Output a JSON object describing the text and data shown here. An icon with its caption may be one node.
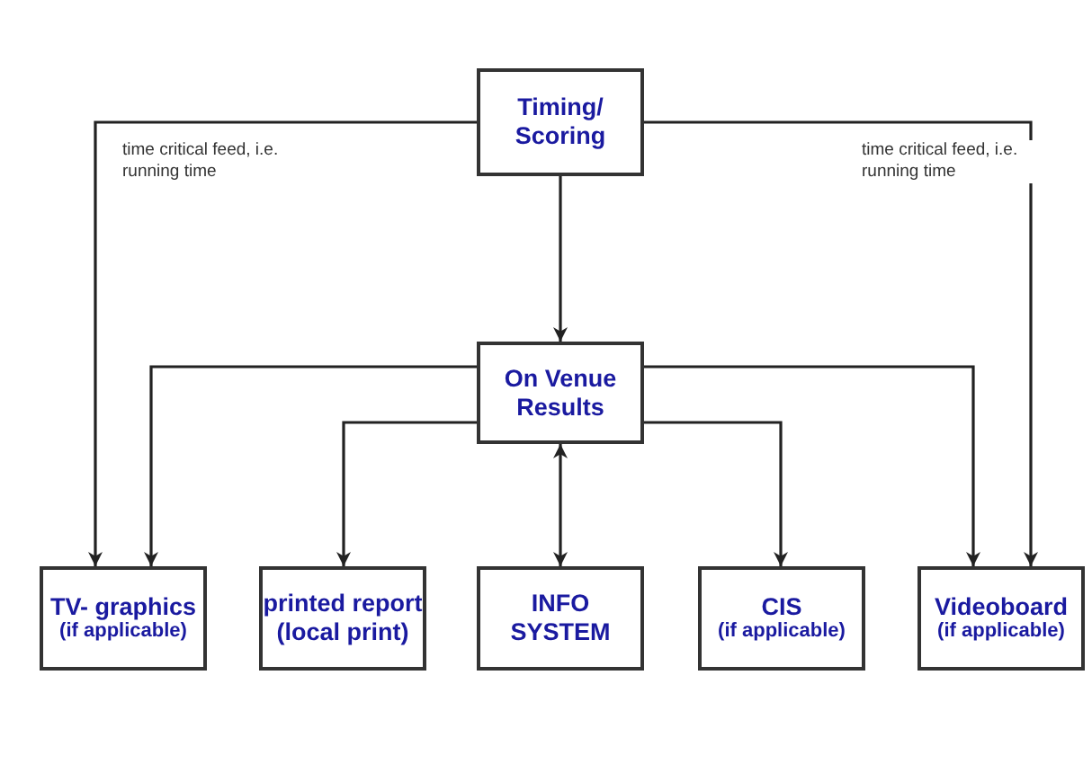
{
  "diagram": {
    "nodes": [
      {
        "text": [
          "Timing/ Scoring"
        ]
      },
      {
        "text": [
          "On Venue Results"
        ]
      },
      {
        "text": [
          "TV- graphics",
          "(if applicable)"
        ]
      },
      {
        "text": [
          "printed report (local print)"
        ]
      },
      {
        "text": [
          "INFO SYSTEM"
        ]
      },
      {
        "text": [
          "CIS",
          "(if applicable)"
        ]
      },
      {
        "text": [
          "Videoboard",
          "(if applicable)"
        ]
      }
    ],
    "edges": [
      {
        "from": 0,
        "to": 2,
        "arrow": "to",
        "label": "time critical feed, i.e. running time"
      },
      {
        "from": 0,
        "to": 6,
        "arrow": "to",
        "label": "time critical feed, i.e. running time"
      },
      {
        "from": 0,
        "to": 1,
        "arrow": "to"
      },
      {
        "from": 1,
        "to": 2,
        "arrow": "to"
      },
      {
        "from": 1,
        "to": 3,
        "arrow": "to"
      },
      {
        "from": 1,
        "to": 4,
        "arrow": "both"
      },
      {
        "from": 1,
        "to": 5,
        "arrow": "to"
      },
      {
        "from": 1,
        "to": 6,
        "arrow": "to"
      }
    ]
  }
}
